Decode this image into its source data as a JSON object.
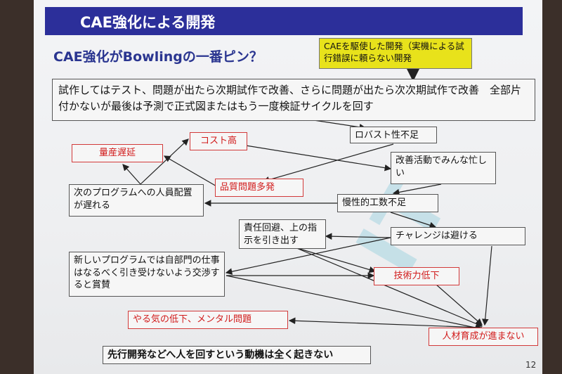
{
  "title": "CAE強化による開発",
  "subtitle": "CAE強化がBowlingの一番ピン？",
  "page_number": "12",
  "watermark": "IT",
  "boxes": {
    "cae": "CAEを駆使した開発（実機による試行錯誤に頼らない開発",
    "main": "試作してはテスト、問題が出たら次期試作で改善、さらに問題が出たら次次期試作で改善　全部片付かないが最後は予測で正式図またはもう一度検証サイクルを回す",
    "robust": "ロバスト性不足",
    "mass": "量産遅延",
    "cost": "コスト高",
    "kaizen": "改善活動でみんな忙しい",
    "quality": "品質問題多発",
    "staffing": "次のプログラムへの人員配置が遅れる",
    "chronic": "慢性的工数不足",
    "avoid": "責任回避、上の指示を引き出す",
    "challenge": "チャレンジは避ける",
    "newprog": "新しいプログラムでは自部門の仕事はなるべく引き受けないよう交渉すると賞賛",
    "tech": "技術力低下",
    "motivation": "やる気の低下、メンタル問題",
    "talent": "人材育成が進まない",
    "bottom": "先行開発などへ人を回すという動機は全く起きない"
  }
}
